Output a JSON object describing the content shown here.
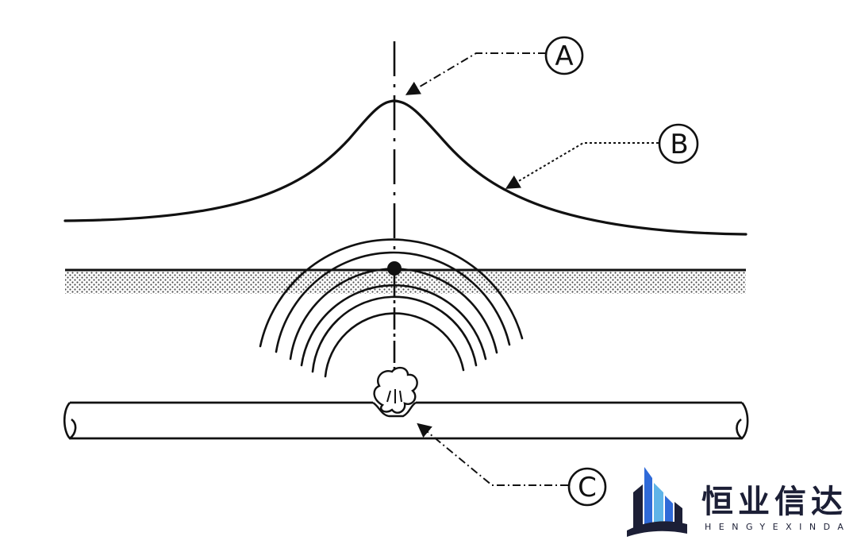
{
  "diagram": {
    "labels": {
      "a": "A",
      "b": "B",
      "c": "C"
    }
  },
  "logo": {
    "chinese_name": "恒业信达",
    "pinyin_name": "HENGYEXINDA",
    "colors": {
      "dark": "#1c1f36",
      "blue": "#2f6ad8",
      "cyan": "#5fb4e8"
    }
  },
  "colors": {
    "ink": "#111111"
  }
}
